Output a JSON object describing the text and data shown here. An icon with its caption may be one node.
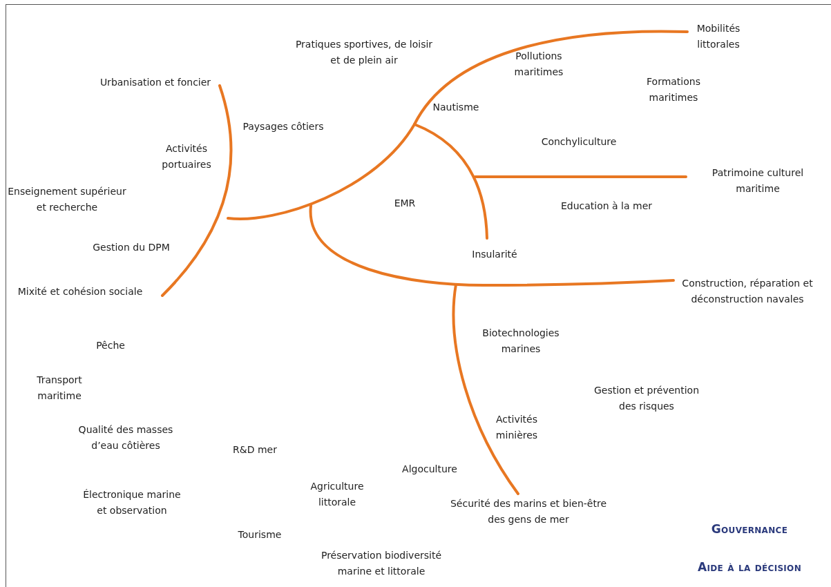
{
  "diagram": {
    "labels": [
      "Mobilités littorales",
      "Pratiques sportives, de loisir et de plein air",
      "Pollutions maritimes",
      "Urbanisation et foncier",
      "Formations maritimes",
      "Nautisme",
      "Paysages côtiers",
      "Conchyliculture",
      "Activités portuaires",
      "Patrimoine culturel maritime",
      "Enseignement supérieur et recherche",
      "EMR",
      "Education à la mer",
      "Gestion du DPM",
      "Insularité",
      "Construction, réparation et déconstruction navales",
      "Mixité et cohésion sociale",
      "Biotechnologies marines",
      "Pêche",
      "Transport maritime",
      "Gestion et prévention des risques",
      "Activités minières",
      "Qualité des masses d’eau côtières",
      "R&D mer",
      "Algoculture",
      "Électronique marine et observation",
      "Agriculture littorale",
      "Sécurité des marins et bien-être des gens de mer",
      "Tourisme",
      "Gouvernance",
      "Préservation biodiversité marine et littorale",
      "Aide à la décision"
    ]
  }
}
